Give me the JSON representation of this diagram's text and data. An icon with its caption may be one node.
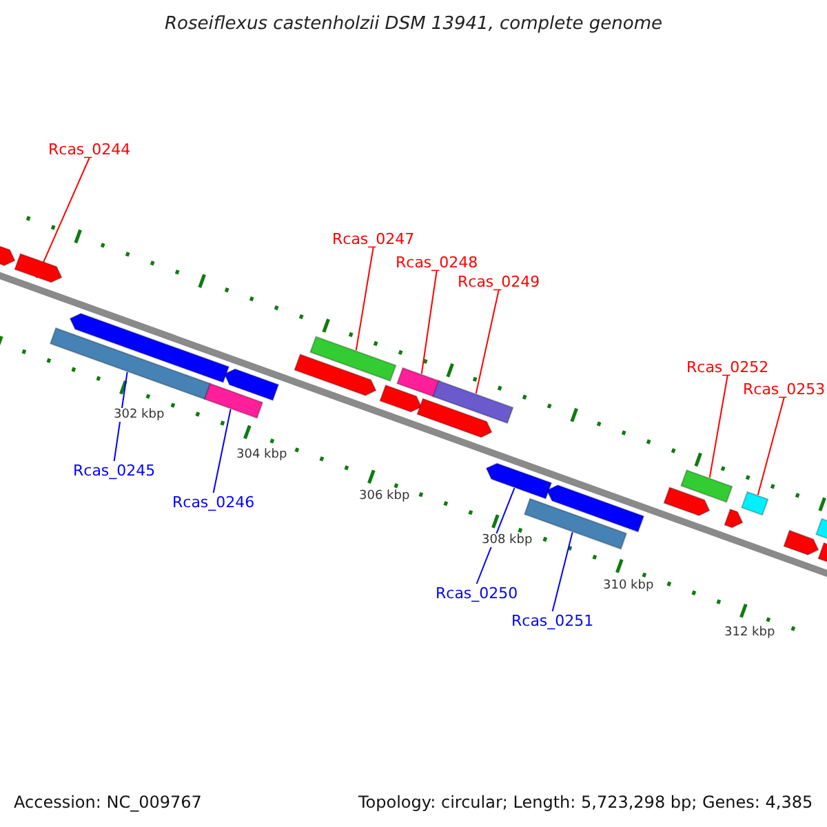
{
  "diagram": {
    "title": "Roseiflexus castenholzii DSM 13941, complete genome",
    "nodes": [
      {
        "text": [
          "Rcas_0244"
        ]
      },
      {
        "text": [
          "Rcas_0247"
        ]
      },
      {
        "text": [
          "Rcas_0248"
        ]
      },
      {
        "text": [
          "Rcas_0249"
        ]
      },
      {
        "text": [
          "Rcas_0252"
        ]
      },
      {
        "text": [
          "Rcas_0253"
        ]
      },
      {
        "text": [
          "Rcas_0245"
        ]
      },
      {
        "text": [
          "Rcas_0246"
        ]
      },
      {
        "text": [
          "Rcas_0250"
        ]
      },
      {
        "text": [
          "Rcas_0251"
        ]
      },
      {
        "text": [],
        "shape": "bar"
      },
      {
        "text": [],
        "shape": "bar"
      },
      {
        "text": [],
        "shape": "bar"
      },
      {
        "text": [],
        "shape": "bar"
      },
      {
        "text": [],
        "shape": "bar"
      },
      {
        "text": [],
        "shape": "bar"
      },
      {
        "text": [],
        "shape": "bar"
      },
      {
        "text": [],
        "shape": "bar"
      },
      {
        "text": [],
        "shape": "bar"
      },
      {
        "text": [],
        "shape": "bar"
      },
      {
        "text": [],
        "shape": "bar"
      },
      {
        "text": [],
        "shape": "bar"
      },
      {
        "text": [],
        "shape": "bar"
      },
      {
        "text": [],
        "shape": "bar"
      },
      {
        "text": [],
        "shape": "bar"
      },
      {
        "text": [],
        "shape": "bar"
      },
      {
        "text": [],
        "shape": "bar"
      },
      {
        "text": [],
        "shape": "bar"
      },
      {
        "text": [],
        "shape": "bar"
      },
      {
        "text": [],
        "shape": "bar"
      },
      {
        "text": [],
        "shape": "bar"
      },
      {
        "text": [],
        "shape": "bar"
      }
    ],
    "edges": [
      {
        "from": 0,
        "to": 11,
        "arrow": "none",
        "color": "#ff0000"
      },
      {
        "from": 6,
        "to": 12,
        "arrow": "none",
        "color": "#0000ff"
      },
      {
        "from": 7,
        "to": 14,
        "arrow": "none",
        "color": "#0000ff"
      },
      {
        "from": 1,
        "to": 17,
        "arrow": "none",
        "color": "#ff0000"
      },
      {
        "from": 2,
        "to": 19,
        "arrow": "none",
        "color": "#ff0000"
      },
      {
        "from": 3,
        "to": 21,
        "arrow": "none",
        "color": "#ff0000"
      },
      {
        "from": 8,
        "to": 22,
        "arrow": "none",
        "color": "#0000ff"
      },
      {
        "from": 9,
        "to": 23,
        "arrow": "none",
        "color": "#0000ff"
      },
      {
        "from": 4,
        "to": 26,
        "arrow": "none",
        "color": "#ff0000"
      },
      {
        "from": 5,
        "to": 28,
        "arrow": "none",
        "color": "#ff0000"
      }
    ],
    "labels": [
      "302 kbp",
      "304 kbp",
      "306 kbp",
      "308 kbp",
      "310 kbp",
      "312 kbp",
      "Accession: NC_009767",
      "Topology: circular; Length: 5,723,298 bp; Genes: 4,385"
    ]
  }
}
